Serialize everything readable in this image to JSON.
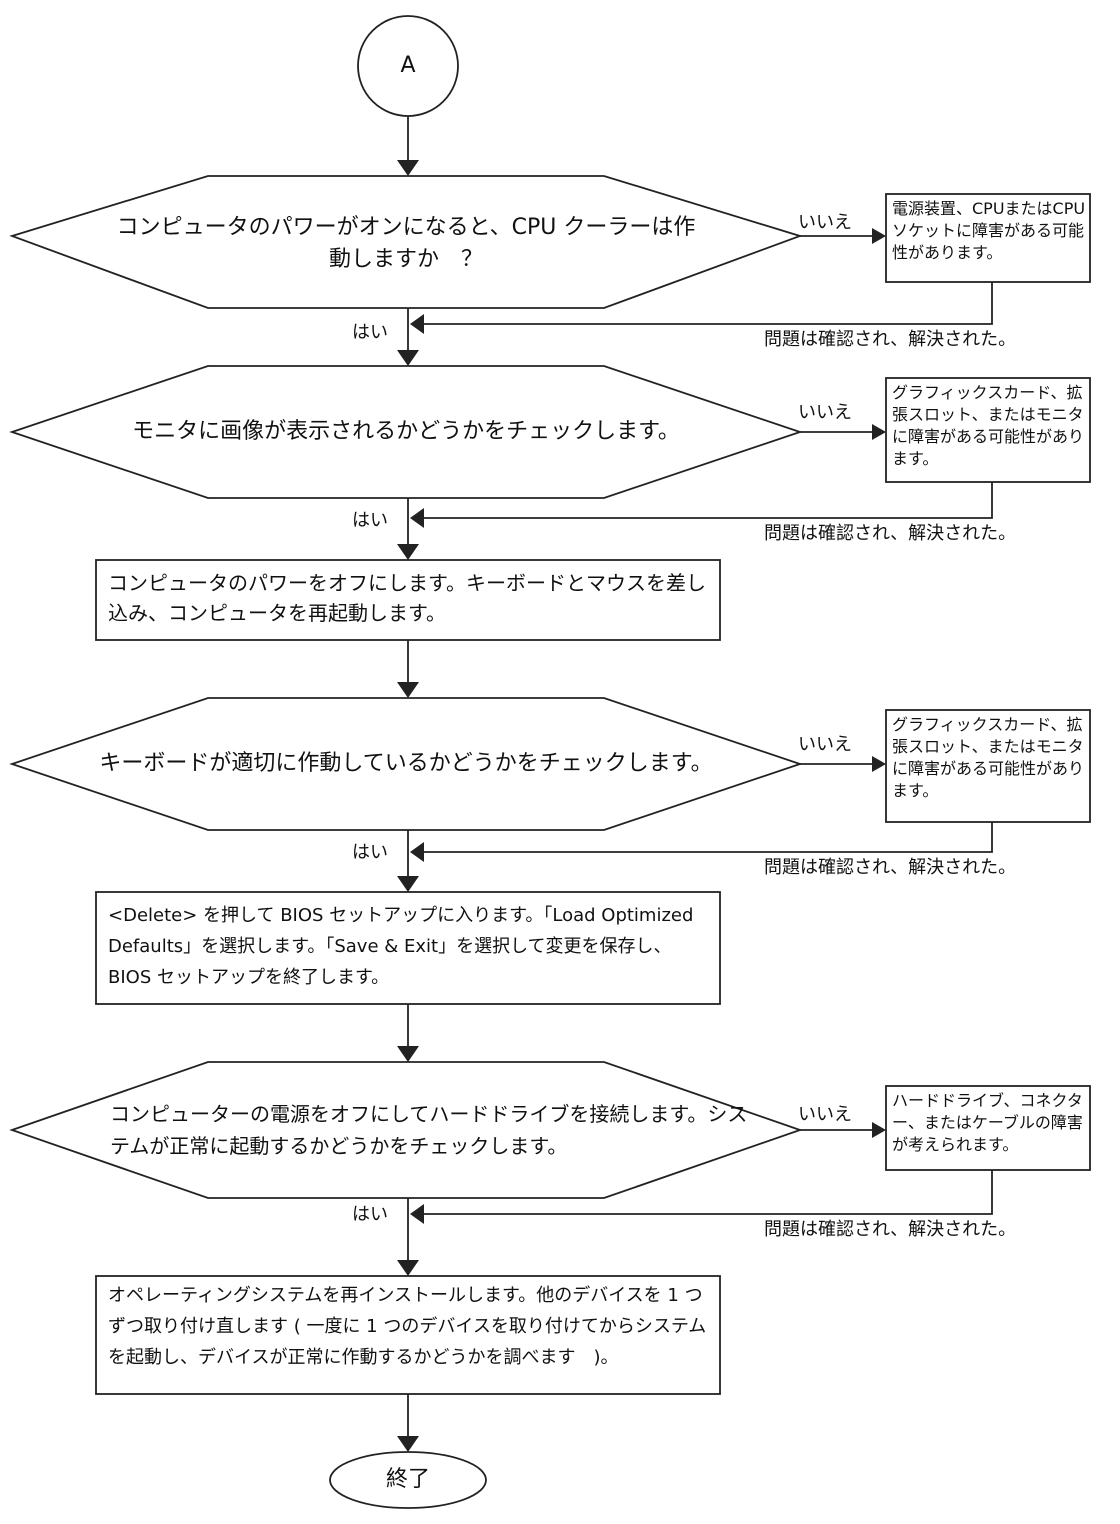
{
  "start_label": "A",
  "end_label": "終了",
  "yes_label": "はい",
  "no_label": "いいえ",
  "resolved_label": "問題は確認され、解決された。",
  "decisions": [
    {
      "text": "コンピュータのパワーがオンになると、CPU クーラーは作動しますか　？"
    },
    {
      "text": "モニタに画像が表示されるかどうかをチェックします。"
    },
    {
      "text": "キーボードが適切に作動しているかどうかをチェックします。"
    },
    {
      "text": "コンピューターの電源をオフにしてハードドライブを接続します。システムが正常に起動するかどうかをチェックします。"
    }
  ],
  "processes": [
    {
      "text": "コンピュータのパワーをオフにします。キーボードとマウスを差し込み、コンピュータを再起動します。"
    },
    {
      "text": "<Delete> を押して BIOS セットアップに入ります。「Load Optimized Defaults」を選択します。「Save & Exit」を選択して変更を保存し、BIOS セットアップを終了します。"
    },
    {
      "text": "オペレーティングシステムを再インストールします。他のデバイスを 1 つずつ取り付け直します ( 一度に 1 つのデバイスを取り付けてからシステムを起動し、デバイスが正常に作動するかどうかを調べます　)。"
    }
  ],
  "faults": [
    {
      "text": "電源装置、CPUまたはCPUソケットに障害がある可能性があります。"
    },
    {
      "text": "グラフィックスカード、拡張スロット、またはモニタに障害がある可能性があります。"
    },
    {
      "text": "グラフィックスカード、拡張スロット、またはモニタに障害がある可能性があります。"
    },
    {
      "text": "ハードドライブ、コネクター、またはケーブルの障害が考えられます。"
    }
  ]
}
